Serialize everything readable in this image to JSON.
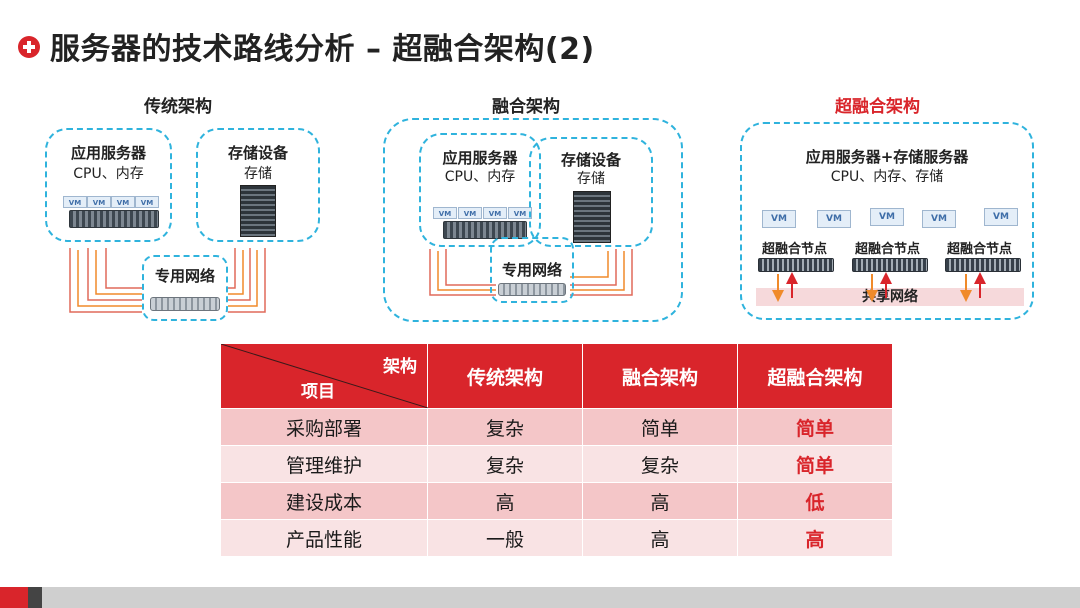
{
  "title": "服务器的技术路线分析 – 超融合架构(2)",
  "sections": {
    "traditional": {
      "title": "传统架构",
      "app_server": "应用服务器",
      "app_server_sub": "CPU、内存",
      "storage": "存储设备",
      "storage_sub": "存储",
      "network": "专用网络"
    },
    "converged": {
      "title": "融合架构",
      "app_server": "应用服务器",
      "app_server_sub": "CPU、内存",
      "storage": "存储设备",
      "storage_sub": "存储",
      "network": "专用网络"
    },
    "hyper": {
      "title": "超融合架构",
      "header": "应用服务器+存储服务器",
      "header_sub": "CPU、内存、存储",
      "node1": "超融合节点",
      "node2": "超融合节点",
      "node3": "超融合节点",
      "network": "共享网络"
    }
  },
  "vm_label": "VM",
  "table": {
    "corner_top": "架构",
    "corner_bottom": "项目",
    "columns": [
      "传统架构",
      "融合架构",
      "超融合架构"
    ],
    "rows": [
      {
        "item": "采购部署",
        "values": [
          "复杂",
          "简单",
          "简单"
        ]
      },
      {
        "item": "管理维护",
        "values": [
          "复杂",
          "复杂",
          "简单"
        ]
      },
      {
        "item": "建设成本",
        "values": [
          "高",
          "高",
          "低"
        ]
      },
      {
        "item": "产品性能",
        "values": [
          "一般",
          "高",
          "高"
        ]
      }
    ]
  },
  "colors": {
    "accent": "#d9252b",
    "dashed_border": "#2fb3dd",
    "row_dark": "#f4c6c8",
    "row_light": "#f9e3e4"
  }
}
